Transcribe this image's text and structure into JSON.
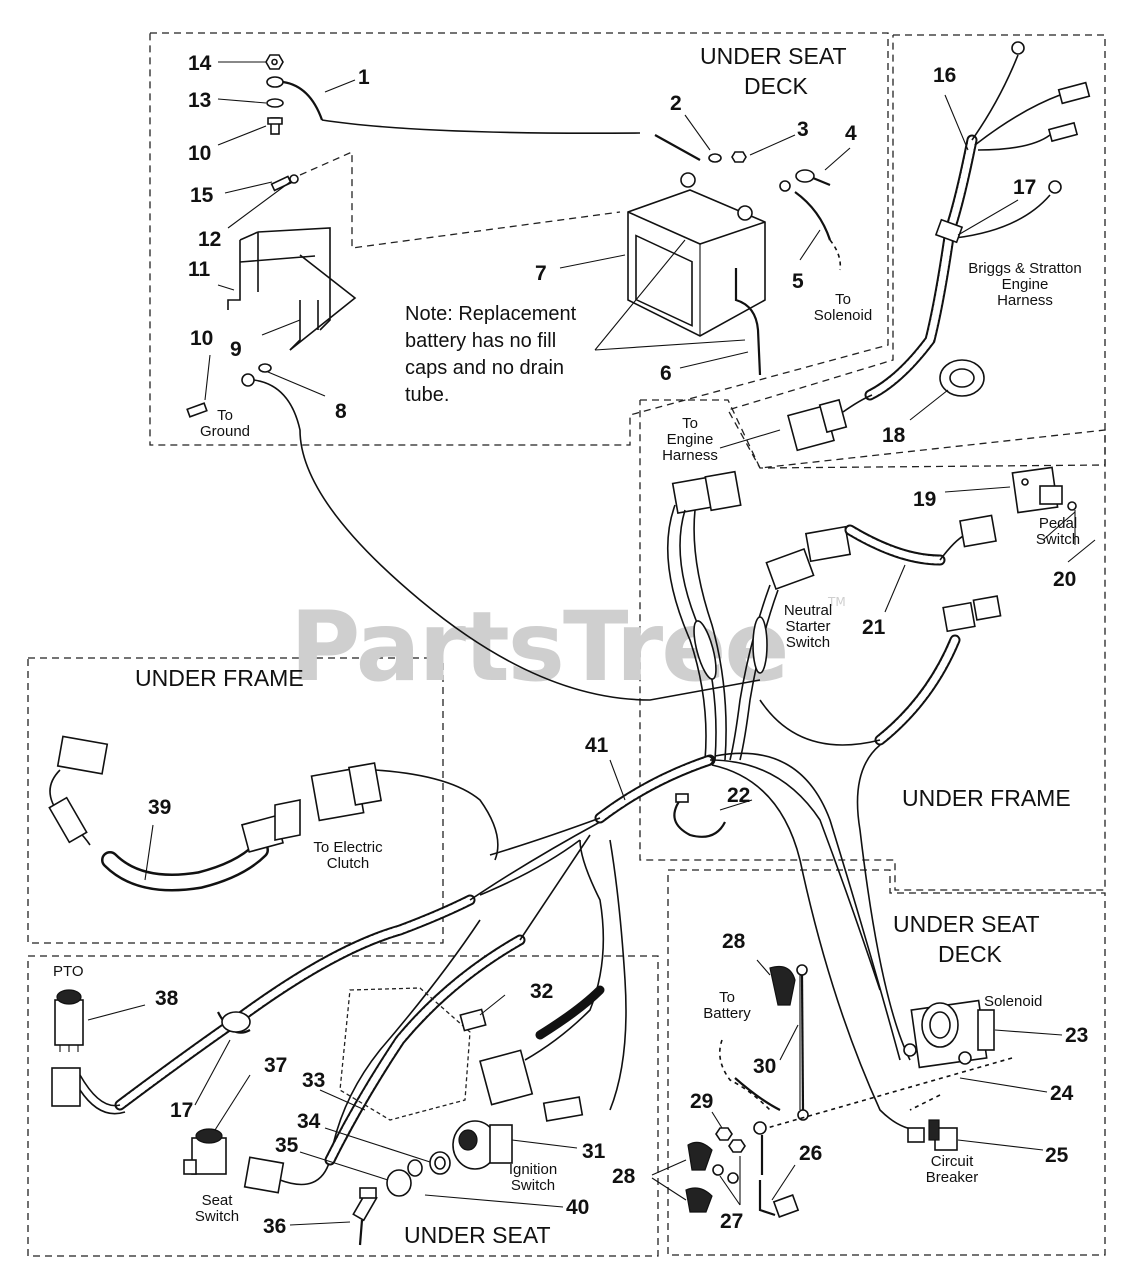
{
  "watermark": {
    "text": "PartsTree",
    "mark": "TM"
  },
  "regions": {
    "under_seat_deck_top": [
      "UNDER SEAT",
      "DECK"
    ],
    "under_frame_left": "UNDER FRAME",
    "under_frame_right": "UNDER FRAME",
    "under_seat_deck_bottom": [
      "UNDER SEAT",
      "DECK"
    ],
    "under_seat": "UNDER SEAT"
  },
  "note": [
    "Note: Replacement",
    "battery has no fill",
    "caps and no drain",
    "tube."
  ],
  "labels": {
    "to_ground": [
      "To",
      "Ground"
    ],
    "to_solenoid": [
      "To",
      "Solenoid"
    ],
    "briggs": [
      "Briggs & Stratton",
      "Engine",
      "Harness"
    ],
    "to_engine_harness": [
      "To",
      "Engine",
      "Harness"
    ],
    "pedal_switch": [
      "Pedal",
      "Switch"
    ],
    "neutral_starter_switch": [
      "Neutral",
      "Starter",
      "Switch"
    ],
    "to_electric_clutch": [
      "To Electric",
      "Clutch"
    ],
    "pto": "PTO",
    "seat_switch": [
      "Seat",
      "Switch"
    ],
    "ignition_switch": [
      "Ignition",
      "Switch"
    ],
    "to_battery": [
      "To",
      "Battery"
    ],
    "solenoid": "Solenoid",
    "circuit_breaker": [
      "Circuit",
      "Breaker"
    ]
  },
  "callouts": [
    "1",
    "2",
    "3",
    "4",
    "5",
    "6",
    "7",
    "8",
    "9",
    "10",
    "10",
    "11",
    "12",
    "13",
    "14",
    "15",
    "16",
    "17",
    "17",
    "18",
    "19",
    "20",
    "21",
    "22",
    "23",
    "24",
    "25",
    "26",
    "27",
    "28",
    "28",
    "29",
    "30",
    "31",
    "32",
    "33",
    "34",
    "35",
    "36",
    "37",
    "38",
    "39",
    "40",
    "41"
  ],
  "colors": {
    "line": "#111111",
    "watermark": "#cfcfcf",
    "background": "#ffffff"
  }
}
